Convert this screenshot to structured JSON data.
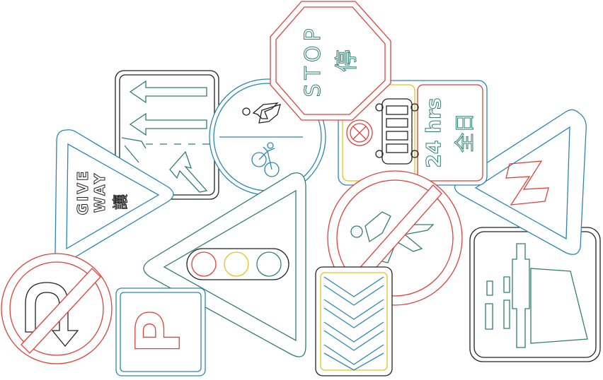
{
  "colors": {
    "red": "#e0403a",
    "teal": "#2f7f70",
    "blue": "#2a86b8",
    "black": "#222222",
    "yellow": "#e8c21f"
  },
  "signs": {
    "stop": {
      "word": "STOP",
      "cjk": "停"
    },
    "give_way": {
      "line1": "GIVE",
      "line2": "WAY",
      "cjk": "讓"
    },
    "clearway": {
      "hours": "24 hrs",
      "cjk": "全日"
    },
    "parking": {
      "letter": "P"
    },
    "zigzag": {
      "letter": "N"
    }
  },
  "icons": [
    "no-u-turn-icon",
    "parking-icon",
    "traffic-light-icon",
    "chevron-icon",
    "expressway-icon",
    "no-pedestrians-icon",
    "zigzag-icon",
    "no-stopping-icon",
    "bus-icon",
    "pedestrian-icon",
    "bicycle-icon",
    "lane-arrows-icon"
  ]
}
